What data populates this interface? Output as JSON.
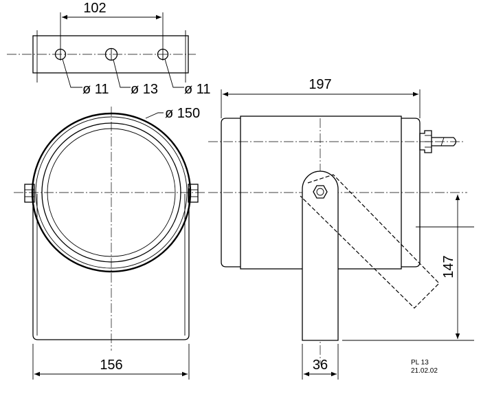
{
  "drawing": {
    "dimensions": {
      "hole_spacing": "102",
      "hole_left": "ø 11",
      "hole_center": "ø 13",
      "hole_right": "ø 11",
      "body_length": "197",
      "diameter": "ø 150",
      "bracket_width": "156",
      "bracket_thickness": "36",
      "height": "147"
    },
    "stamp": {
      "model": "PL 13",
      "date": "21.02.02"
    }
  }
}
